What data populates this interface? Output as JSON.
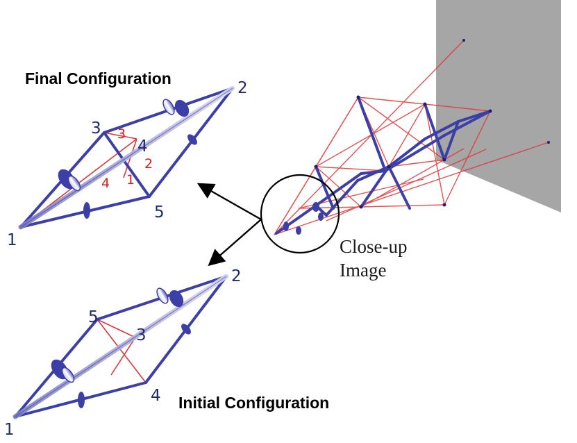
{
  "titles": {
    "final": "Final Configuration",
    "initial": "Initial Configuration"
  },
  "caption": {
    "line1": "Close-up",
    "line2": "Image"
  },
  "final_nodes": {
    "n1": "1",
    "n2": "2",
    "n3": "3",
    "n4": "4",
    "n5": "5"
  },
  "final_members": {
    "m1": "1",
    "m2": "2",
    "m3": "3",
    "m4": "4"
  },
  "initial_nodes": {
    "n1": "1",
    "n2": "2",
    "n3": "3",
    "n4": "4",
    "n5": "5"
  },
  "colors": {
    "strut": "#3b3fa6",
    "cable": "#e03535",
    "node_label": "#1f2a6e",
    "member_label": "#e01b1b",
    "wall": "#a6a6a6"
  }
}
